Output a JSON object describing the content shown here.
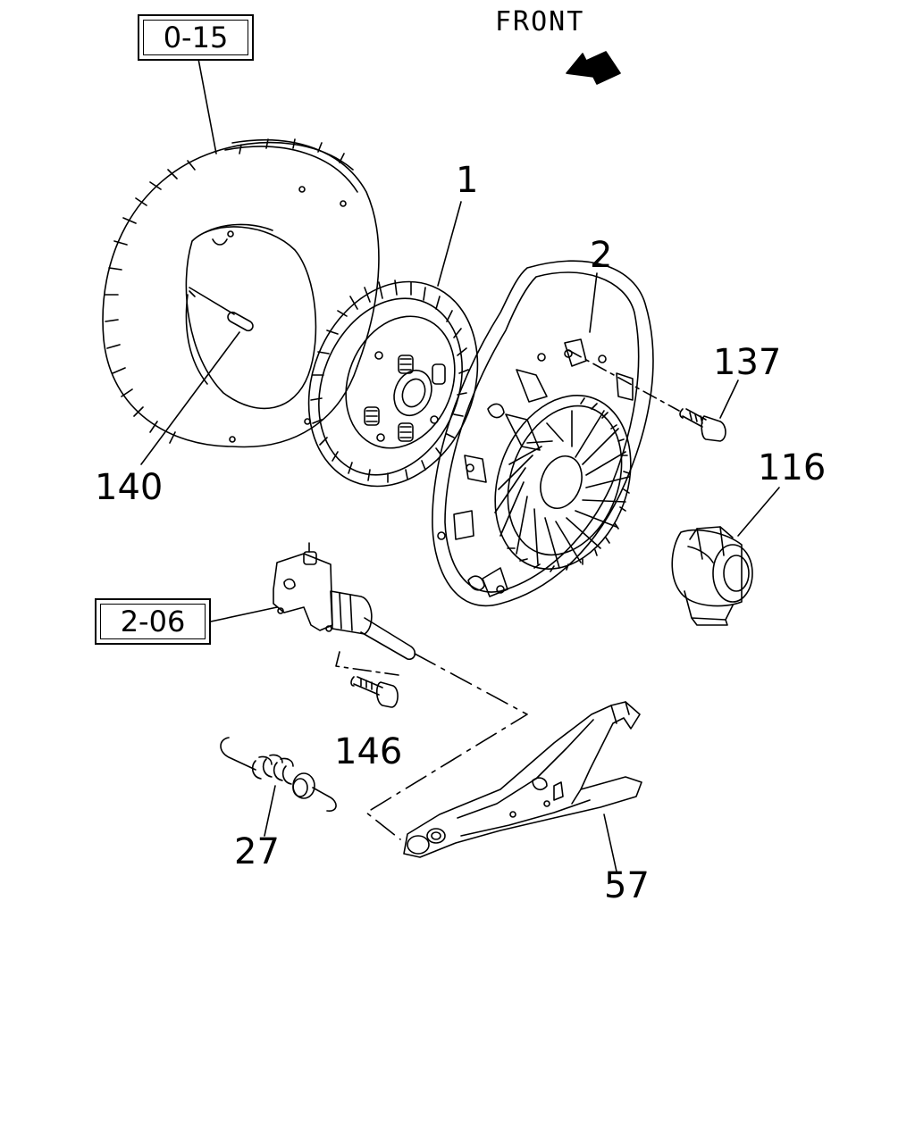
{
  "front_label": "FRONT",
  "references": {
    "flywheel": "0-15",
    "slave_cylinder": "2-06"
  },
  "callouts": {
    "clutch_disc": "1",
    "pressure_plate": "2",
    "bolt_137": "137",
    "release_bearing": "116",
    "pin": "140",
    "bolt_146": "146",
    "spring": "27",
    "release_fork": "57"
  },
  "colors": {
    "line": "#000000",
    "background": "#ffffff"
  }
}
